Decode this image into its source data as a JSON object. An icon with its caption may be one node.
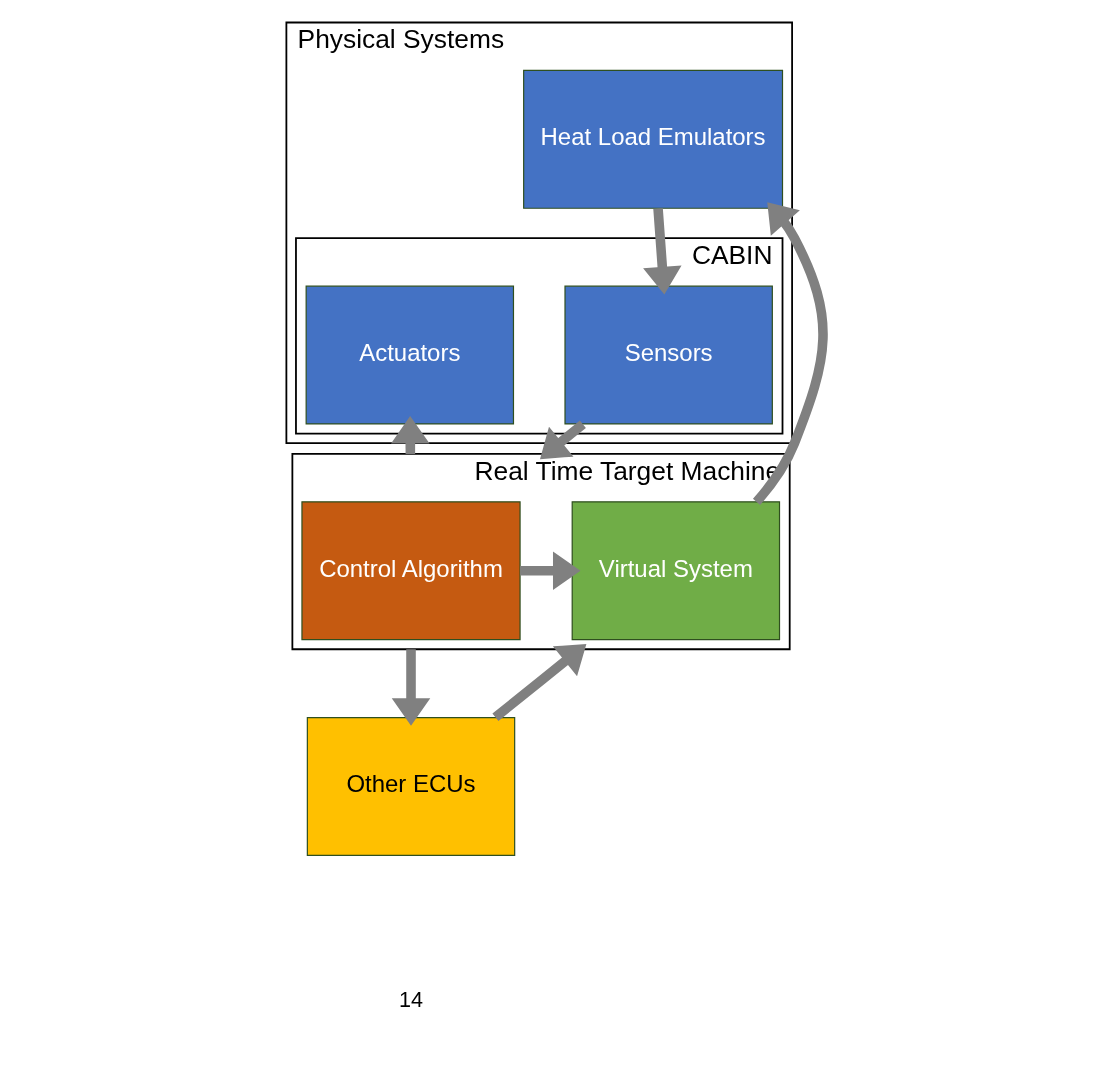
{
  "diagram": {
    "nodes": [
      {
        "text": [
          "Physical Systems"
        ]
      },
      {
        "text": [
          "Heat Load Emulators"
        ],
        "in": 0
      },
      {
        "text": [
          "CABIN"
        ],
        "in": 0
      },
      {
        "text": [
          "Sensors"
        ],
        "in": 2
      },
      {
        "text": [
          "Actuators"
        ],
        "in": 2
      },
      {
        "text": [
          "Real Time Target Machine"
        ]
      },
      {
        "text": [
          "Virtual System"
        ],
        "in": 5
      },
      {
        "text": [
          "Control Algorithm"
        ],
        "in": 5
      },
      {
        "text": [
          "Other ECUs"
        ]
      }
    ],
    "edges": [
      {
        "from": 1,
        "to": 3,
        "arrow": "to"
      },
      {
        "from": 3,
        "to": 5,
        "arrow": "to"
      },
      {
        "from": 5,
        "to": 4,
        "arrow": "to"
      },
      {
        "from": 6,
        "to": 1,
        "arrow": "to"
      },
      {
        "from": 7,
        "to": 6,
        "arrow": "to"
      },
      {
        "from": 5,
        "to": 8,
        "arrow": "to"
      },
      {
        "from": 8,
        "to": 5,
        "arrow": "to"
      }
    ],
    "labels": [
      "14"
    ]
  }
}
